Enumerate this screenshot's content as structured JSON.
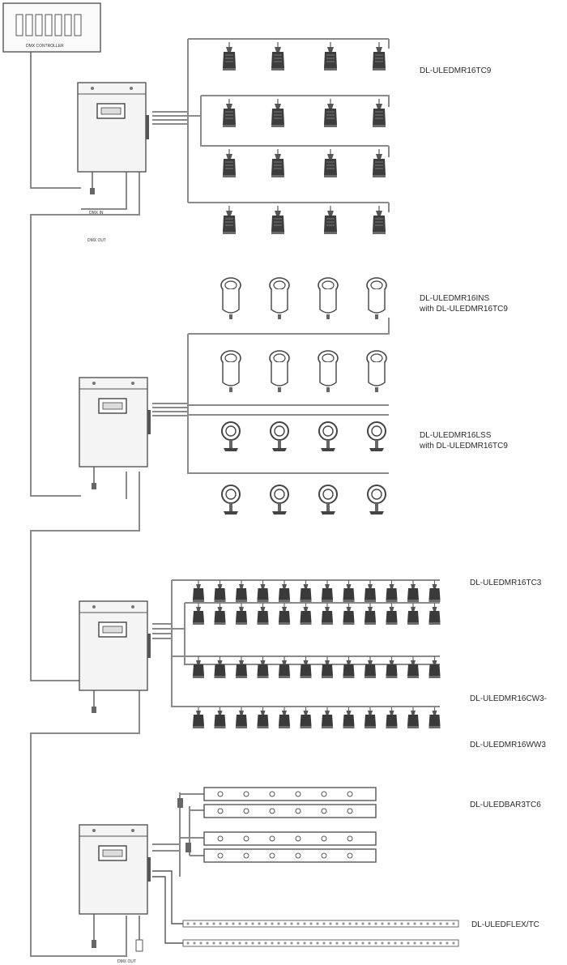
{
  "controller": {
    "label": "DMX CONTROLLER"
  },
  "connectors": {
    "dmx_in": "DMX IN",
    "dmx_out": "DMX OUT",
    "dmx_out_bottom": "DMX OUT"
  },
  "groups": {
    "g1": {
      "model": "DL-ULEDMR16TC9"
    },
    "g2": {
      "model_a_1": "DL-ULEDMR16INS",
      "model_a_2": "with DL-ULEDMR16TC9",
      "model_b_1": "DL-ULEDMR16LSS",
      "model_b_2": "with DL-ULEDMR16TC9"
    },
    "g3": {
      "model_a": "DL-ULEDMR16TC3",
      "model_b": "DL-ULEDMR16CW3-",
      "model_c": "DL-ULEDMR16WW3"
    },
    "g4": {
      "model_bar": "DL-ULEDBAR3TC6",
      "model_flex": "DL-ULEDFLEX/TC"
    }
  },
  "colors": {
    "line": "#8a8a8a",
    "fixture": "#3a3a3a",
    "box": "#f4f4f4"
  }
}
